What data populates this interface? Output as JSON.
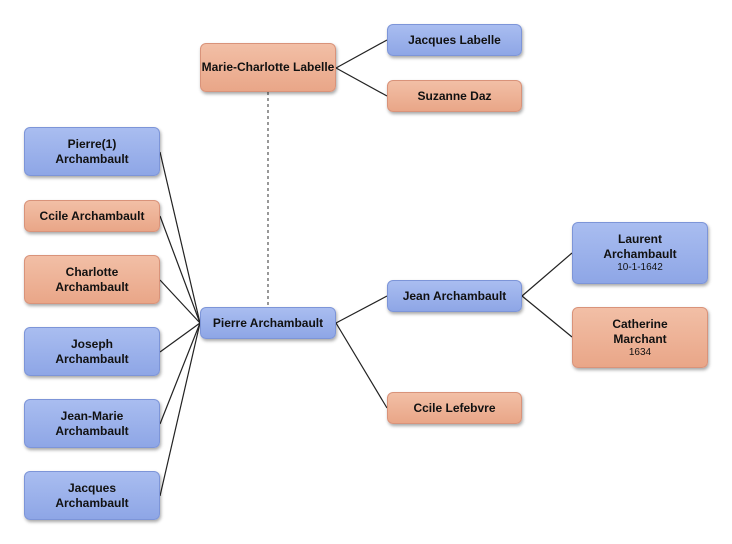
{
  "nodes": {
    "marie_charlotte": {
      "name": "Marie-Charlotte Labelle"
    },
    "jacques_labelle": {
      "name": "Jacques Labelle"
    },
    "suzanne_daz": {
      "name": "Suzanne Daz"
    },
    "pierre1": {
      "name": "Pierre(1) Archambault"
    },
    "ccile_archambault": {
      "name": "Ccile Archambault"
    },
    "charlotte": {
      "name": "Charlotte Archambault"
    },
    "joseph": {
      "name": "Joseph Archambault"
    },
    "jean_marie": {
      "name": "Jean-Marie Archambault"
    },
    "jacques_archambault": {
      "name": "Jacques Archambault"
    },
    "pierre": {
      "name": "Pierre Archambault"
    },
    "jean": {
      "name": "Jean Archambault"
    },
    "ccile_lefebvre": {
      "name": "Ccile Lefebvre"
    },
    "laurent": {
      "name": "Laurent Archambault",
      "date": "10-1-1642"
    },
    "catherine": {
      "name": "Catherine Marchant",
      "date": "1634"
    }
  },
  "colors": {
    "male": "#9bb0ec",
    "female": "#eeb39a",
    "line": "#222222"
  }
}
